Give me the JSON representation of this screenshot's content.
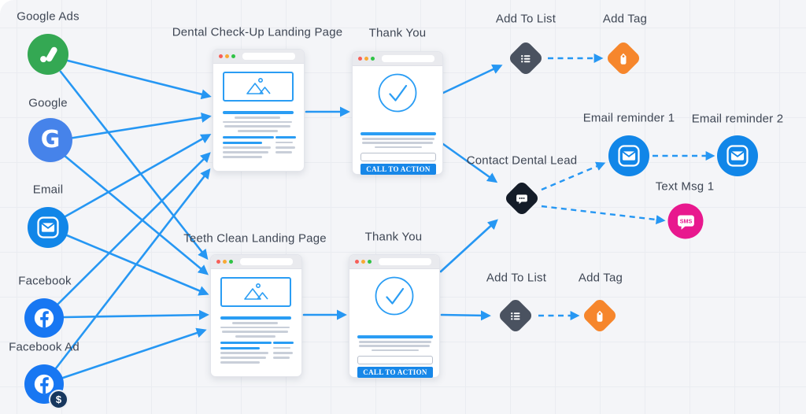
{
  "colors": {
    "arrow": "#2697f3",
    "google_ads_green": "#34a853",
    "google_blue": "#4683ea",
    "email_blue": "#1186e8",
    "facebook_blue": "#1877f2",
    "badge_navy": "#17375e",
    "list_slate": "#4a5260",
    "tag_orange": "#f6862c",
    "contact_navy": "#141c28",
    "sms_pink": "#e8188e",
    "page_accent_blue": "#2a9df4",
    "cta_blue": "#1787e8"
  },
  "icons": {
    "google_g": "G",
    "dollar": "$"
  },
  "sources": {
    "google_ads": {
      "label": "Google Ads"
    },
    "google": {
      "label": "Google"
    },
    "email": {
      "label": "Email"
    },
    "facebook": {
      "label": "Facebook"
    },
    "facebook_ad": {
      "label": "Facebook Ad"
    }
  },
  "pages": {
    "lp1": {
      "title": "Dental Check-Up Landing Page"
    },
    "ty1": {
      "title": "Thank You",
      "cta": "CALL TO ACTION"
    },
    "lp2": {
      "title": "Teeth Clean Landing Page"
    },
    "ty2": {
      "title": "Thank You",
      "cta": "CALL TO ACTION"
    }
  },
  "actions": {
    "add_to_list_1": {
      "label": "Add To List"
    },
    "add_tag_1": {
      "label": "Add Tag"
    },
    "contact_dental_lead": {
      "label": "Contact Dental Lead"
    },
    "email_reminder_1": {
      "label": "Email reminder 1"
    },
    "email_reminder_2": {
      "label": "Email reminder 2"
    },
    "text_msg_1": {
      "label": "Text Msg 1",
      "icon_text": "SMS"
    },
    "add_to_list_2": {
      "label": "Add To List"
    },
    "add_tag_2": {
      "label": "Add Tag"
    }
  },
  "edges": {
    "solid": [
      [
        86,
        77,
        265,
        122
      ],
      [
        87,
        176,
        265,
        148
      ],
      [
        83,
        275,
        265,
        172
      ],
      [
        74,
        386,
        265,
        196
      ],
      [
        71,
        468,
        265,
        217
      ],
      [
        77,
        91,
        262,
        327
      ],
      [
        81,
        197,
        262,
        347
      ],
      [
        85,
        299,
        262,
        373
      ],
      [
        81,
        403,
        262,
        400
      ],
      [
        80,
        480,
        259,
        420
      ],
      [
        389,
        142,
        441,
        142
      ],
      [
        563,
        118,
        635,
        84
      ],
      [
        563,
        183,
        629,
        230
      ],
      [
        560,
        345,
        630,
        281
      ],
      [
        386,
        400,
        437,
        400
      ],
      [
        561,
        400,
        620,
        401
      ]
    ],
    "dashed": [
      [
        696,
        74,
        763,
        74
      ],
      [
        688,
        241,
        766,
        208
      ],
      [
        829,
        198,
        905,
        198
      ],
      [
        688,
        262,
        842,
        280
      ],
      [
        684,
        401,
        733,
        401
      ]
    ]
  }
}
